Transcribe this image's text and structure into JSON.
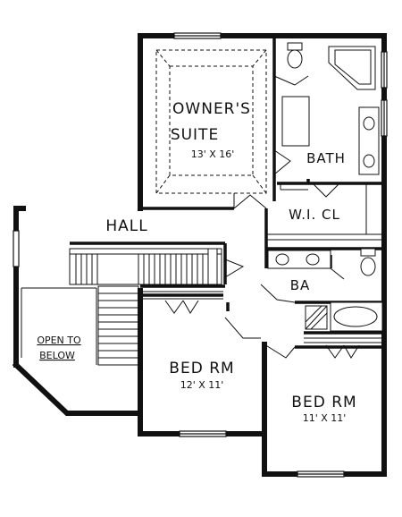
{
  "plan": {
    "rooms": {
      "owners_suite": {
        "name_line1": "OWNER'S",
        "name_line2": "SUITE",
        "size": "13' X 16'"
      },
      "bath": {
        "name": "BATH"
      },
      "wic": {
        "name": "W.I. CL"
      },
      "hall": {
        "name": "HALL"
      },
      "ba": {
        "name": "BA"
      },
      "open_to_below": {
        "line1": "OPEN TO",
        "line2": "BELOW"
      },
      "bed_rm_left": {
        "name": "BED RM",
        "size": "12' X 11'"
      },
      "bed_rm_right": {
        "name": "BED RM",
        "size": "11' X 11'"
      }
    }
  }
}
